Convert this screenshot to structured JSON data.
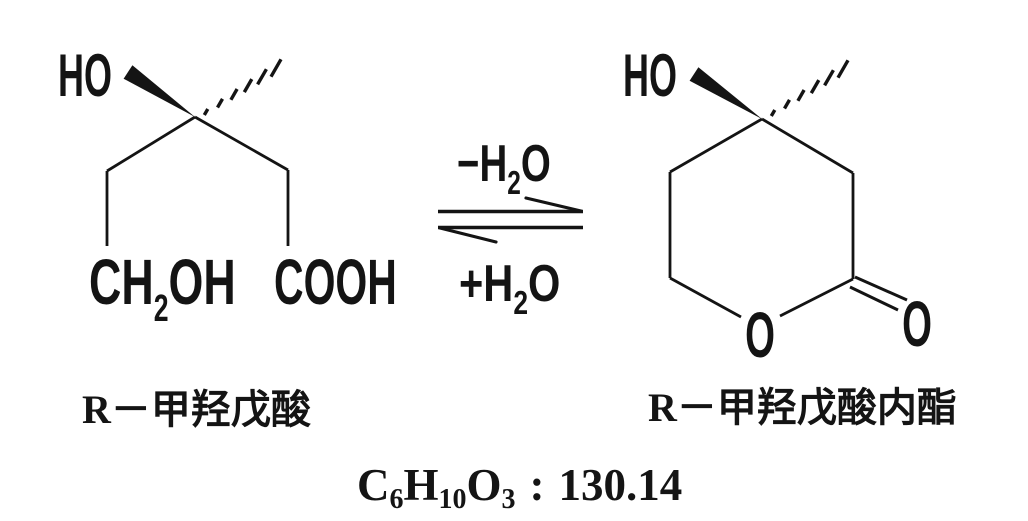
{
  "page": {
    "background": "#ffffff",
    "ink_color": "#141414"
  },
  "reaction": {
    "reactant": {
      "name": "R－甲羟戊酸",
      "hydroxyl_label": "HO",
      "ch2oh_label": {
        "pre": "CH",
        "sub": "2",
        "post": "OH"
      },
      "cooh_label": "COOH"
    },
    "product": {
      "name": "R－甲羟戊酸内酯",
      "hydroxyl_label": "HO",
      "ring_oxygen_label": "O",
      "carbonyl_oxygen_label": "O"
    },
    "equilibrium": {
      "forward": {
        "pre": "−H",
        "sub": "2",
        "post": "O"
      },
      "reverse": {
        "pre": "+H",
        "sub": "2",
        "post": "O"
      }
    },
    "formula": {
      "carbon": "C",
      "carbon_count": "6",
      "hydrogen": "H",
      "hydrogen_count": "10",
      "oxygen": "O",
      "oxygen_count": "3",
      "separator": ":",
      "molecular_weight": "130.14"
    }
  }
}
